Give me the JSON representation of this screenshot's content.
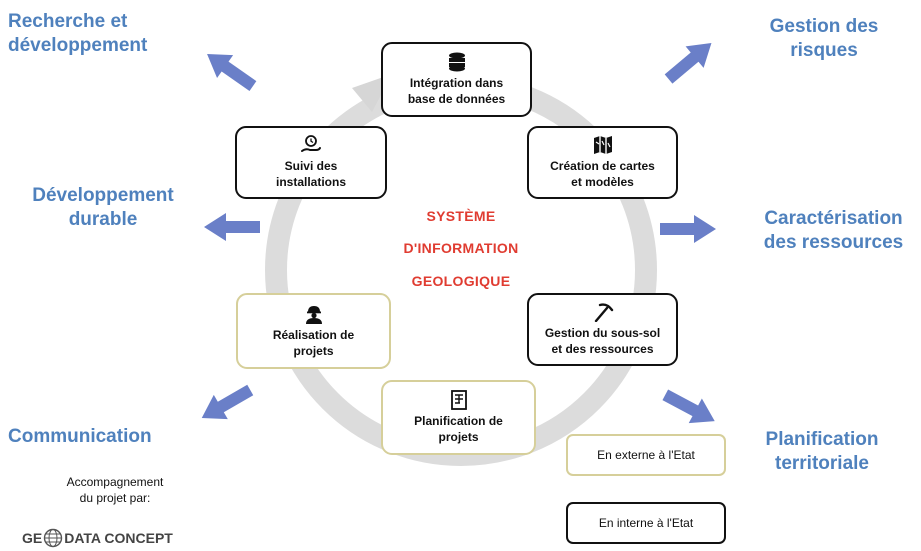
{
  "center_title": [
    "SYSTÈME",
    "D'INFORMATION",
    "GEOLOGIQUE"
  ],
  "boxes": {
    "integration": "Intégration  dans\nbase de données",
    "creation": "Création de cartes\net modèles",
    "gestion": "Gestion du sous-sol\net des ressources",
    "planification": "Planification de\nprojets",
    "realisation": "Réalisation de\nprojets",
    "suivi": "Suivi des\ninstallations"
  },
  "outcomes": {
    "recherche": "Recherche et\ndéveloppement",
    "developpement": "Développement\ndurable",
    "communication": "Communication",
    "risques": "Gestion des\nrisques",
    "caracterisation": "Caractérisation\ndes ressources",
    "planification_territoriale": "Planification\nterritoriale"
  },
  "legend": {
    "externe": "En externe à l'Etat",
    "interne": "En interne à l'Etat"
  },
  "credit": "Accompagnement\ndu projet par:",
  "logo": {
    "left": "GE",
    "right": "DATA CONCEPT"
  },
  "colors": {
    "outcome_text": "#4f81bd",
    "arrows": "#6a7fc8",
    "center_title": "#e03c31",
    "cycle_ring": "#dcdcdc",
    "internal_border": "#111111",
    "external_border": "#d6cf9a"
  },
  "icons": {
    "integration": "database-icon",
    "creation": "map-icon",
    "gestion": "pickaxe-icon",
    "planification": "blueprint-icon",
    "realisation": "worker-icon",
    "suivi": "monitoring-hand-icon"
  }
}
